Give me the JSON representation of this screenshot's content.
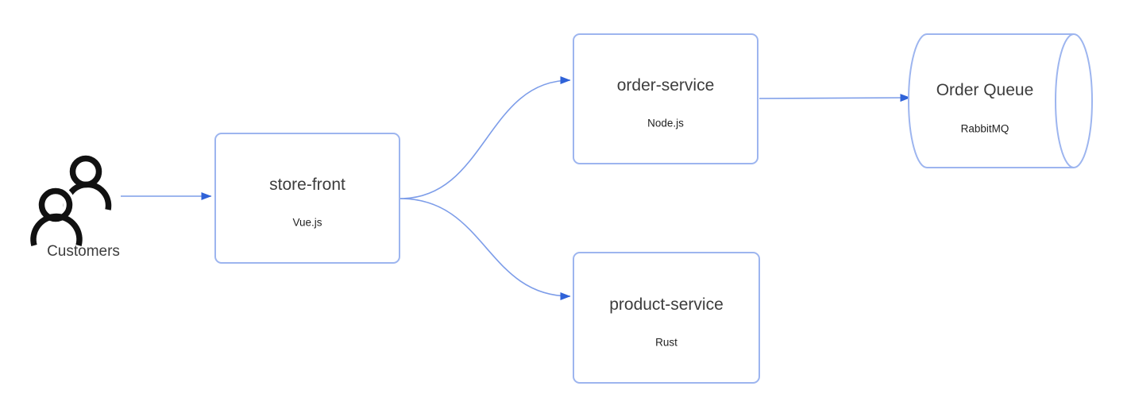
{
  "diagram": {
    "type": "architecture-flow",
    "colors": {
      "background": "#ffffff",
      "connector": "#7d9de9",
      "arrowhead": "#2f62d8",
      "node_border": "#9db5ef",
      "node_fill": "#ffffff",
      "title_text": "#3d3d3d",
      "subtitle_text": "#1f1f1f",
      "actor_icon": "#111111"
    },
    "actor": {
      "label": "Customers",
      "icon": "people-icon"
    },
    "nodes": [
      {
        "id": "store-front",
        "label": "store-front",
        "sublabel": "Vue.js",
        "shape": "rounded-rect"
      },
      {
        "id": "order-service",
        "label": "order-service",
        "sublabel": "Node.js",
        "shape": "rounded-rect"
      },
      {
        "id": "product-service",
        "label": "product-service",
        "sublabel": "Rust",
        "shape": "rounded-rect"
      },
      {
        "id": "order-queue",
        "label": "Order Queue",
        "sublabel": "RabbitMQ",
        "shape": "cylinder"
      }
    ],
    "edges": [
      {
        "from": "Customers",
        "to": "store-front"
      },
      {
        "from": "store-front",
        "to": "order-service"
      },
      {
        "from": "store-front",
        "to": "product-service"
      },
      {
        "from": "order-service",
        "to": "order-queue"
      }
    ]
  }
}
